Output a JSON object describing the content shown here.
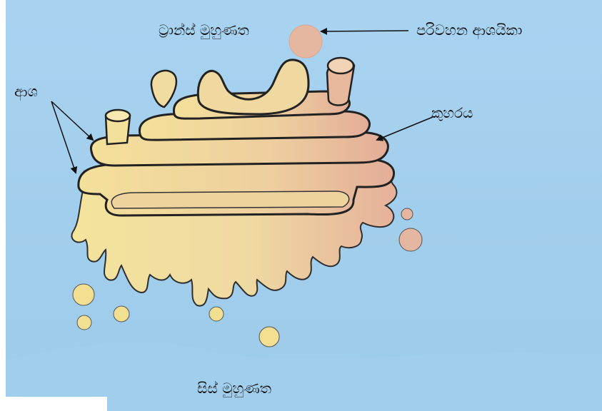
{
  "labels": {
    "trans_face": "ට්‍රාන්ස් මුහුණත",
    "transport_vesicle": "පරිවහන ආශයිකා",
    "cisternae": "ආශ",
    "lumen": "කුහරය",
    "cis_face": "සිස් මුහුණත"
  },
  "colors": {
    "background": "#a9d3ef",
    "membrane_yellow": "#f3e09a",
    "lumen_pink": "#e3ad98",
    "outline": "#333333",
    "arrow": "#111111"
  }
}
